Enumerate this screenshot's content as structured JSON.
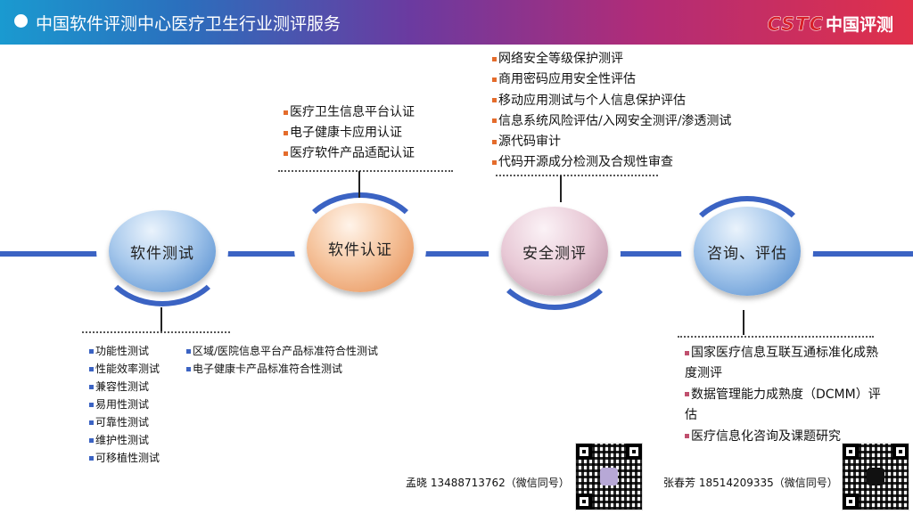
{
  "header": {
    "title": "中国软件评测中心医疗卫生行业测评服务",
    "logo_en": "CSTC",
    "logo_zh": "中国评测"
  },
  "nodes": [
    {
      "label": "软件测试"
    },
    {
      "label": "软件认证"
    },
    {
      "label": "安全测评"
    },
    {
      "label": "咨询、评估"
    }
  ],
  "certification_items": [
    "医疗卫生信息平台认证",
    "电子健康卡应用认证",
    "医疗软件产品适配认证"
  ],
  "security_items": [
    "网络安全等级保护测评",
    "商用密码应用安全性评估",
    "移动应用测试与个人信息保护评估",
    "信息系统风险评估/入网安全测评/渗透测试",
    "源代码审计",
    "代码开源成分检测及合规性审查"
  ],
  "software_testing_items": [
    "功能性测试",
    "性能效率测试",
    "兼容性测试",
    "易用性测试",
    "可靠性测试",
    "维护性测试",
    "可移植性测试"
  ],
  "software_testing_items_2": [
    "区域/医院信息平台产品标准符合性测试",
    "电子健康卡产品标准符合性测试"
  ],
  "consulting_items": [
    "国家医疗信息互联互通标准化成熟度测评",
    "数据管理能力成熟度（DCMM）评估",
    "医疗信息化咨询及课题研究"
  ],
  "contacts": [
    {
      "text": "孟晓 13488713762（微信同号）"
    },
    {
      "text": "张春芳 18514209335（微信同号）"
    }
  ],
  "colors": {
    "accent_line": "#3b63c3",
    "bullet_orange": "#e46c2c",
    "bullet_pink": "#c0506e",
    "logo_red": "#d8202a"
  },
  "icons": [
    "qr-code-icon",
    "qr-code-icon"
  ]
}
